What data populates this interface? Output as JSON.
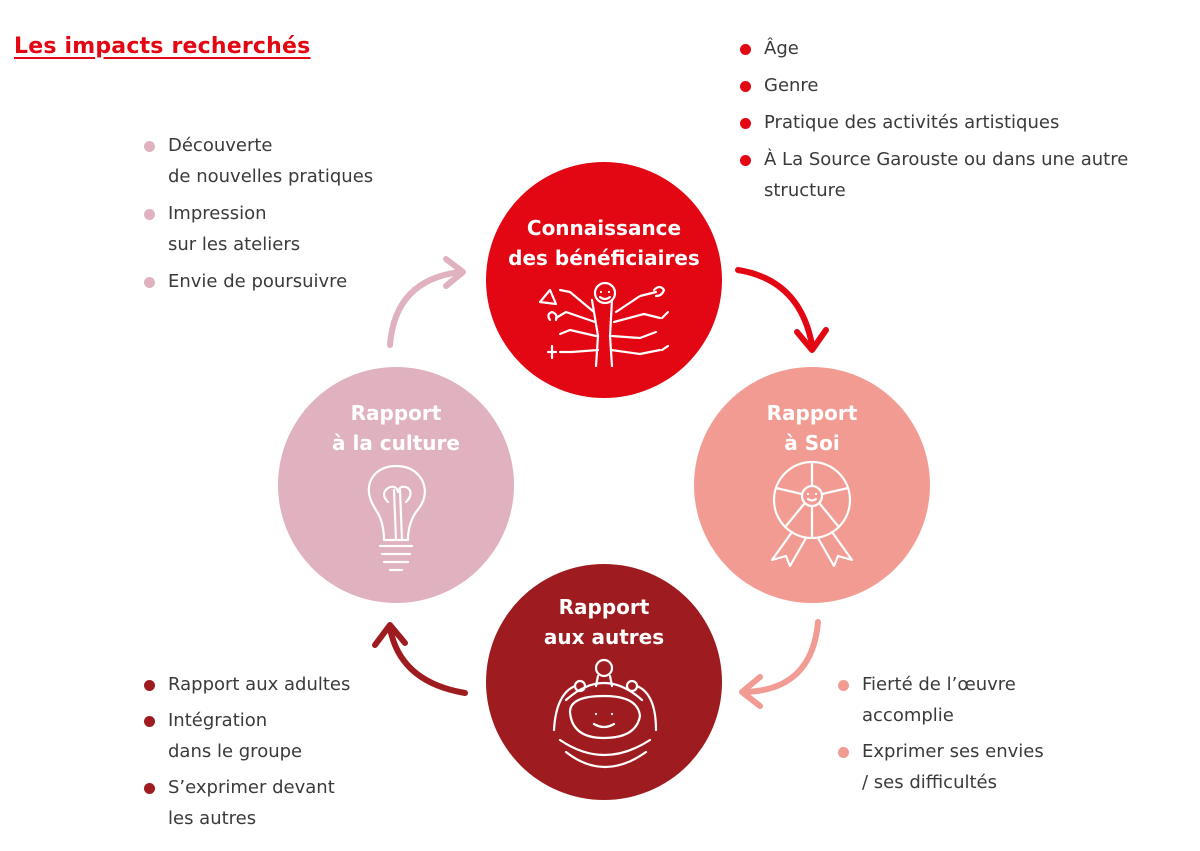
{
  "title": "Les impacts recherchés",
  "colors": {
    "red": "#e30613",
    "salmon": "#f29b93",
    "dark_red": "#9e1c20",
    "pink": "#e0b1bf"
  },
  "circles": {
    "beneficiaires": {
      "line1": "Connaissance",
      "line2": "des bénéficiaires",
      "icon": "tree-figure-icon",
      "color": "#e30613"
    },
    "soi": {
      "line1": "Rapport",
      "line2": "à Soi",
      "icon": "rosette-medal-icon",
      "color": "#f29b93"
    },
    "autres": {
      "line1": "Rapport",
      "line2": "aux autres",
      "icon": "group-people-icon",
      "color": "#9e1c20"
    },
    "culture": {
      "line1": "Rapport",
      "line2": "à la culture",
      "icon": "lightbulb-icon",
      "color": "#e0b1bf"
    }
  },
  "lists": {
    "beneficiaires": {
      "bullet_color": "#e30613",
      "items": [
        {
          "line1": "Âge",
          "line2": ""
        },
        {
          "line1": "Genre",
          "line2": ""
        },
        {
          "line1": "Pratique des activités artistiques",
          "line2": ""
        },
        {
          "line1": "À La Source Garouste ou dans une autre",
          "line2": "structure"
        }
      ]
    },
    "culture": {
      "bullet_color": "#e0b1bf",
      "items": [
        {
          "line1": "Découverte",
          "line2": "de nouvelles pratiques"
        },
        {
          "line1": "Impression",
          "line2": "sur les ateliers"
        },
        {
          "line1": "Envie de poursuivre",
          "line2": ""
        }
      ]
    },
    "autres": {
      "bullet_color": "#9e1c20",
      "items": [
        {
          "line1": "Rapport aux adultes",
          "line2": ""
        },
        {
          "line1": "Intégration",
          "line2": "dans le groupe"
        },
        {
          "line1": "S’exprimer devant",
          "line2": "les autres"
        }
      ]
    },
    "soi": {
      "bullet_color": "#f29b93",
      "items": [
        {
          "line1": "Fierté de l’œuvre",
          "line2": "accomplie"
        },
        {
          "line1": "Exprimer ses envies",
          "line2": "/ ses difficultés"
        }
      ]
    }
  }
}
